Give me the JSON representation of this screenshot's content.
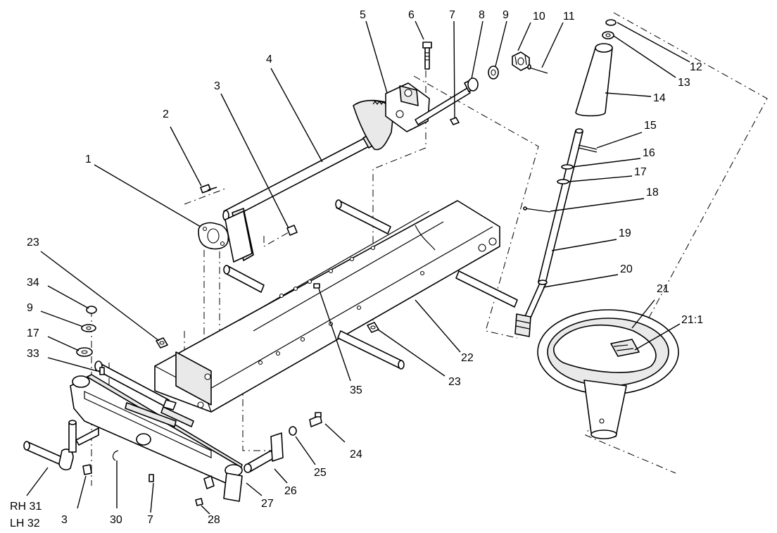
{
  "callouts": [
    {
      "id": "c1",
      "label": "1"
    },
    {
      "id": "c2",
      "label": "2"
    },
    {
      "id": "c3a",
      "label": "3"
    },
    {
      "id": "c4",
      "label": "4"
    },
    {
      "id": "c5",
      "label": "5"
    },
    {
      "id": "c6",
      "label": "6"
    },
    {
      "id": "c7a",
      "label": "7"
    },
    {
      "id": "c8",
      "label": "8"
    },
    {
      "id": "c9a",
      "label": "9"
    },
    {
      "id": "c10",
      "label": "10"
    },
    {
      "id": "c11",
      "label": "11"
    },
    {
      "id": "c12",
      "label": "12"
    },
    {
      "id": "c13",
      "label": "13"
    },
    {
      "id": "c14",
      "label": "14"
    },
    {
      "id": "c15",
      "label": "15"
    },
    {
      "id": "c16",
      "label": "16"
    },
    {
      "id": "c17a",
      "label": "17"
    },
    {
      "id": "c18",
      "label": "18"
    },
    {
      "id": "c19",
      "label": "19"
    },
    {
      "id": "c20",
      "label": "20"
    },
    {
      "id": "c21",
      "label": "21"
    },
    {
      "id": "c21_1",
      "label": "21:1"
    },
    {
      "id": "c22",
      "label": "22"
    },
    {
      "id": "c23a",
      "label": "23"
    },
    {
      "id": "c23b",
      "label": "23"
    },
    {
      "id": "c34",
      "label": "34"
    },
    {
      "id": "c9b",
      "label": "9"
    },
    {
      "id": "c17b",
      "label": "17"
    },
    {
      "id": "c33",
      "label": "33"
    },
    {
      "id": "c35",
      "label": "35"
    },
    {
      "id": "c24",
      "label": "24"
    },
    {
      "id": "c25",
      "label": "25"
    },
    {
      "id": "c26",
      "label": "26"
    },
    {
      "id": "c27",
      "label": "27"
    },
    {
      "id": "c28",
      "label": "28"
    },
    {
      "id": "c7b",
      "label": "7"
    },
    {
      "id": "c30",
      "label": "30"
    },
    {
      "id": "c3b",
      "label": "3"
    },
    {
      "id": "c31",
      "label": "RH 31"
    },
    {
      "id": "c32",
      "label": "LH 32"
    }
  ]
}
